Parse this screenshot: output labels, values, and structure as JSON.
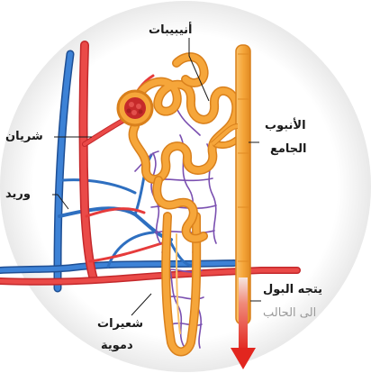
{
  "labels": {
    "tubules": "أنيبيبات",
    "artery": "شريان",
    "vein": "وريد",
    "collecting_duct_line1": "الأنبوب",
    "collecting_duct_line2": "الجامع",
    "capillaries_line1": "شعيرات",
    "capillaries_line2": "دموية",
    "urine_line1": "يتجه البول",
    "urine_line2": "الى الحالب"
  },
  "colors": {
    "background": "#ffffff",
    "halo": "#ececec",
    "artery": "#e63b3b",
    "artery_dark": "#c4282b",
    "vein": "#2e6fc0",
    "vein_dark": "#1f4f94",
    "tubule": "#f6a63a",
    "tubule_dark": "#d9801c",
    "duct": "#f7b04a",
    "capillary": "#7a4fb0",
    "glomerulus": "#c62a2a",
    "arrow": "#e2261f",
    "label": "#1a1a1a"
  }
}
